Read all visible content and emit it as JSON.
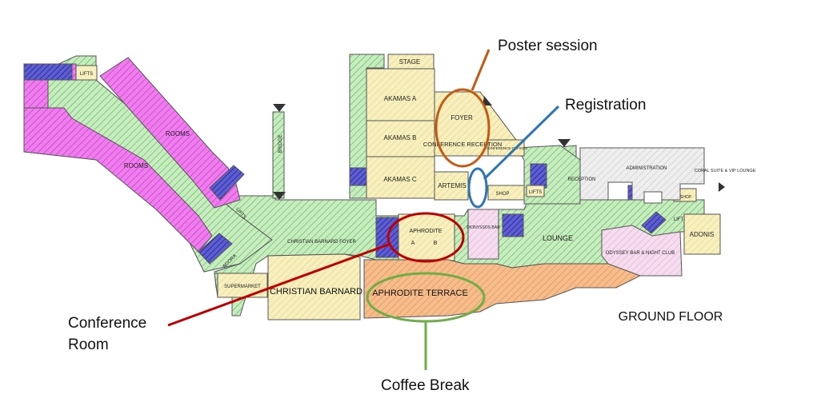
{
  "floor_label": "GROUND FLOOR",
  "rooms": {
    "lifts_top": "LIFTS",
    "rooms_a": "ROOMS",
    "rooms_b": "ROOMS",
    "lifts_mid": "LIFTS",
    "agora": "AGORA",
    "supermarket": "SUPERMARKET",
    "bridge": "BRIDGE",
    "stage": "STAGE",
    "akamas_a": "AKAMAS A",
    "akamas_b": "AKAMAS B",
    "akamas_c": "AKAMAS C",
    "artemis": "ARTEMIS",
    "foyer": "FOYER",
    "conference_reception": "CONFERENCE RECEPTION",
    "conference_offices": "CONFERENCE OFFICES",
    "shop_left": "SHOP",
    "lifts_right": "LIFTS",
    "reception": "RECEPTION",
    "administration": "ADMINISTRATION",
    "coral_suite": "CORAL SUITE & VIP LOUNGE",
    "shop_right": "SHOP",
    "lift": "LIFT",
    "adonis": "ADONIS",
    "aphrodite": "APHRODITE",
    "aphrodite_a": "A",
    "aphrodite_b": "B",
    "dionyssos_bar": "DIONYSSOS BAR",
    "lounge": "LOUNGE",
    "odyssey": "ODYSSEY BAR & NIGHT CLUB",
    "christian_barnard_foyer": "CHRISTIAN BARNARD FOYER",
    "christian_barnard": "CHRISTIAN BARNARD",
    "aphrodite_terrace": "APHRODITE TERRACE"
  },
  "annotations": {
    "poster_session": {
      "label": "Poster session",
      "color": "#c55a11"
    },
    "registration": {
      "label": "Registration",
      "color": "#2e75b6"
    },
    "conference_room": {
      "label": "Conference Room",
      "color": "#c00000"
    },
    "coffee_break": {
      "label": "Coffee Break",
      "color": "#70ad47"
    }
  },
  "colors": {
    "corridor": "#c8ecc0",
    "rooms": "#f07cf0",
    "conference": "#f5ecb4",
    "lifts": "#3a3ab0",
    "terrace": "#f3b07a",
    "admin": "#e4e4e4",
    "nightclub": "#f2d6ec"
  }
}
